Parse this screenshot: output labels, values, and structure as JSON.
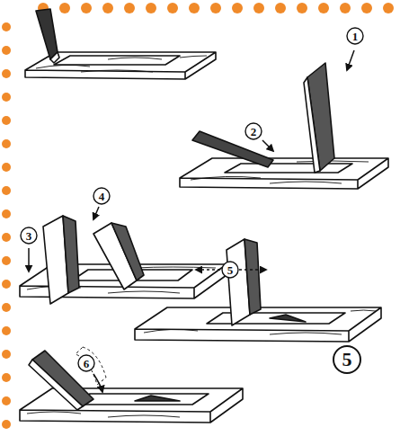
{
  "diagram": {
    "labels": [
      "1",
      "2",
      "3",
      "4",
      "5",
      "6",
      "5"
    ]
  }
}
